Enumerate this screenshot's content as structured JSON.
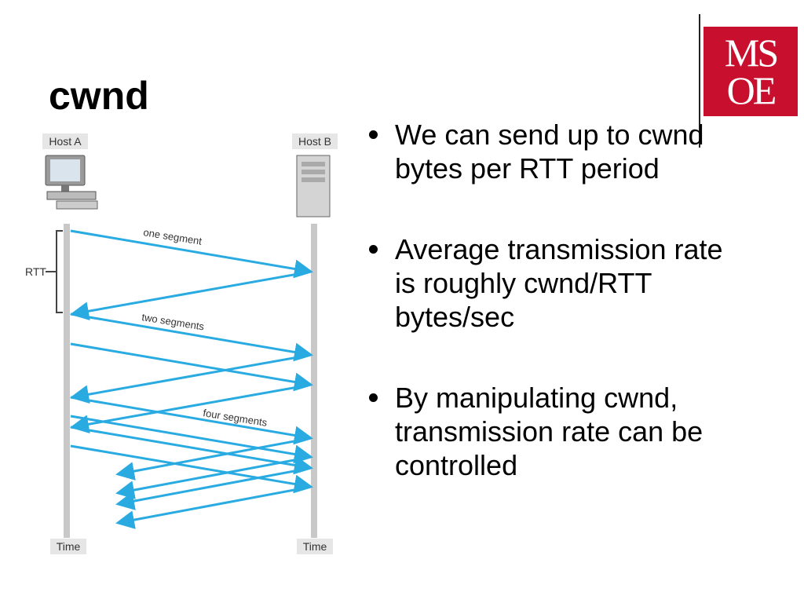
{
  "slide": {
    "title": "cwnd",
    "bullets": [
      "We can send up to cwnd bytes per RTT period",
      "Average transmission rate is roughly cwnd/RTT bytes/sec",
      "By manipulating cwnd, transmission rate can be controlled"
    ]
  },
  "logo": {
    "line1": "MS",
    "line2": "OE",
    "color": "#c8102e"
  },
  "diagram": {
    "host_a": "Host A",
    "host_b": "Host B",
    "rtt_label": "RTT",
    "one_segment": "one segment",
    "two_segments": "two segments",
    "four_segments": "four segments",
    "time_left": "Time",
    "time_right": "Time",
    "arrow_color": "#29abe2",
    "icons": [
      "computer-icon",
      "server-icon"
    ]
  }
}
